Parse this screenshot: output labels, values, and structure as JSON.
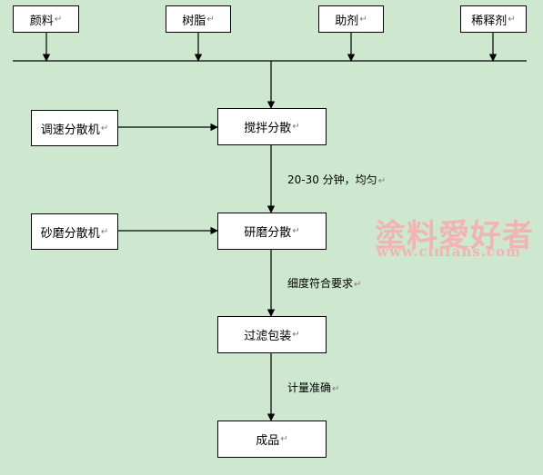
{
  "return_mark": "↵",
  "inputs": {
    "pigment": "颜料",
    "resin": "树脂",
    "additive": "助剂",
    "diluent": "稀释剂"
  },
  "equipment": {
    "high_speed_disperser": "调速分散机",
    "sand_mill": "砂磨分散机"
  },
  "steps": {
    "stir_disperse": "搅拌分散",
    "grind_disperse": "研磨分散",
    "filter_pack": "过滤包装",
    "finished_product": "成品"
  },
  "conditions": {
    "stir_to_grind": "20-30 分钟，均匀",
    "grind_to_filter": "细度符合要求",
    "filter_to_product": "计量准确"
  },
  "watermark": {
    "title": "塗料愛好者",
    "url": "www.cinfans.com"
  },
  "colors": {
    "background": "#cde8cf",
    "box_fill": "#ffffff",
    "line": "#000000",
    "watermark": "#f2b3b3"
  }
}
